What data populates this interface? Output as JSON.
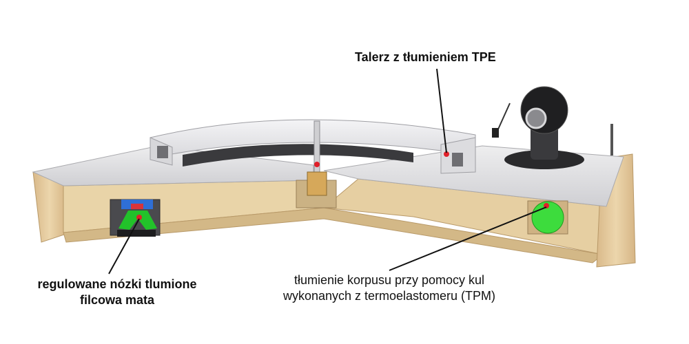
{
  "labels": {
    "platter": "Talerz z tłumieniem TPE",
    "feet_line1": "regulowane nózki tlumione",
    "feet_line2": "filcowa mata",
    "balls_line1": "tłumienie korpusu przy pomocy kul",
    "balls_line2": "wykonanych z termoelastomeru (TPM)"
  },
  "colors": {
    "wood": "#e6cfa2",
    "wood_side": "#d9b98a",
    "plinth_top": "#e4e4e6",
    "platter": "#ececee",
    "marker": "#e0202a",
    "tpm_ball": "#3ddc3d",
    "foot_green": "#22c22a",
    "foot_blue": "#2f6fd6",
    "foot_red": "#d8343a"
  }
}
